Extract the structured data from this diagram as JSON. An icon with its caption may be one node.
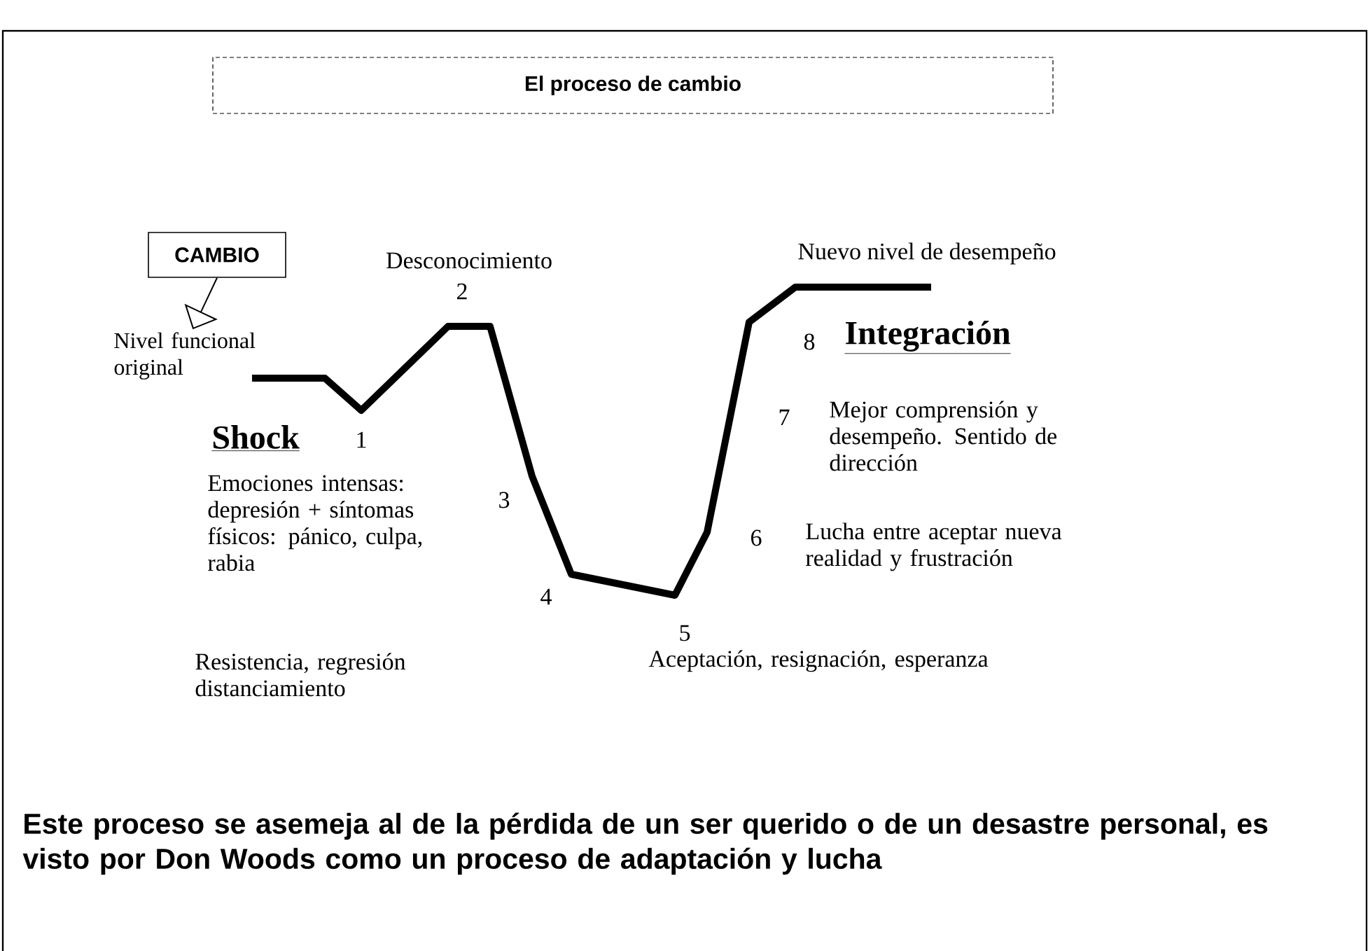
{
  "diagram": {
    "nodes": [
      {
        "text": [
          "El proceso de cambio"
        ]
      },
      {
        "text": [
          "CAMBIO"
        ]
      },
      {
        "text": [
          "Nivel funcional original"
        ]
      }
    ],
    "edges": [
      {
        "from": 1,
        "to": 2,
        "arrow": "to"
      }
    ],
    "labels": [
      "Desconocimiento",
      "2",
      "Nuevo nivel de desempeño",
      "8",
      "Integración",
      "Shock",
      "1",
      "7",
      "Mejor comprensión y desempeño. Sentido de dirección",
      "Emociones intensas: depresión + síntomas físicos: pánico, culpa, rabia",
      "3",
      "6",
      "Lucha entre aceptar nueva realidad y frustración",
      "4",
      "5",
      "Resistencia, regresión distanciamiento",
      "Aceptación, resignación, esperanza"
    ],
    "caption": "Este proceso se asemeja al de la pérdida de un ser querido o de un desastre personal, es visto por Don Woods  como un proceso de adaptación  y lucha"
  }
}
